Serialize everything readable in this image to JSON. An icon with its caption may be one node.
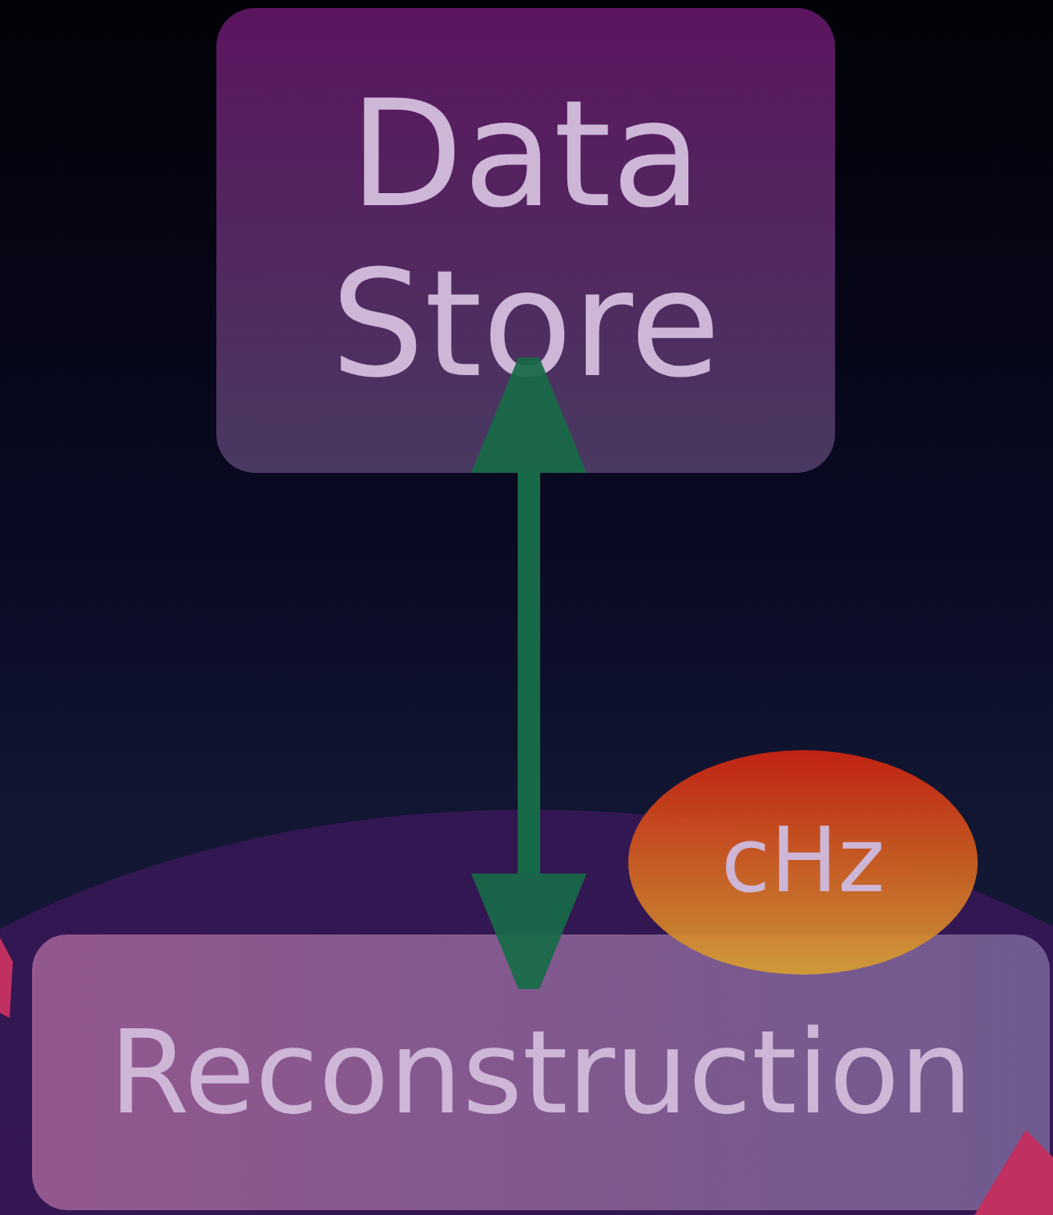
{
  "diagram": {
    "nodes": [
      {
        "text": [
          "Data Store"
        ]
      },
      {
        "text": [],
        "shape": "circle"
      },
      {
        "text": [
          "cHz"
        ]
      },
      {
        "text": [
          "Reconstruction"
        ],
        "in": 1
      }
    ],
    "edges": [
      {
        "from": 0,
        "to": 1,
        "arrow": "both"
      }
    ]
  }
}
